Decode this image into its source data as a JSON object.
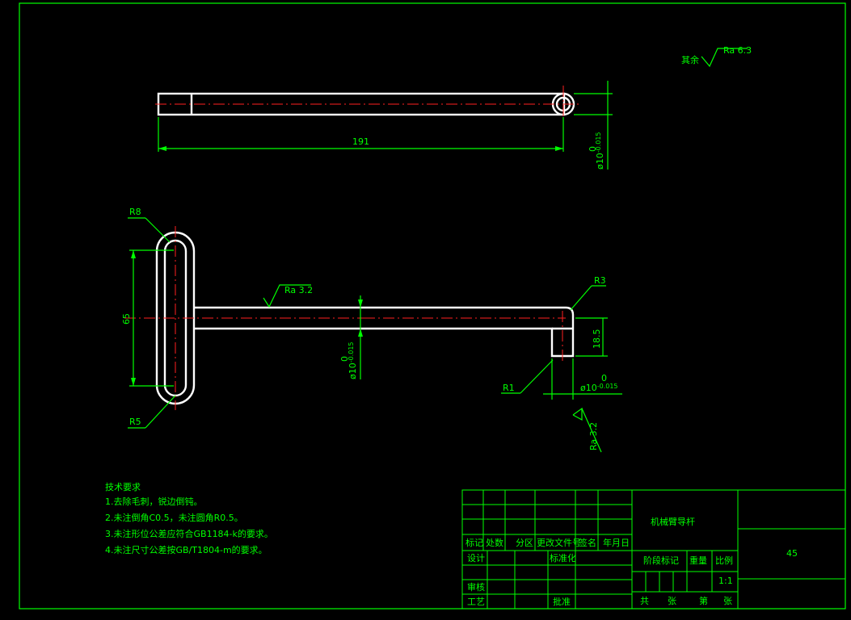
{
  "roughness_note": {
    "label": "其余",
    "value": "Ra 6.3"
  },
  "top_view": {
    "length": "191",
    "diameter": "ø10",
    "tol_upper": "0",
    "tol_lower": "-0.015"
  },
  "front_view": {
    "radius_top": "R8",
    "radius_bottom": "R5",
    "height": "65",
    "roughness": "Ra 3.2",
    "shaft_dia": "ø10",
    "tol_upper": "0",
    "tol_lower": "-0.015",
    "end_radius": "R3",
    "end_height": "18.5",
    "inner_radius": "R1",
    "end_dia": "ø10",
    "end_tol_upper": "0",
    "end_tol_lower": "-0.015",
    "end_roughness": "Ra 3.2"
  },
  "notes": {
    "title": "技术要求",
    "lines": [
      "1.去除毛刺，锐边倒钝。",
      "2.未注倒角C0.5，未注圆角R0.5。",
      "3.未注形位公差应符合GB1184-k的要求。",
      "4.未注尺寸公差按GB/T1804-m的要求。"
    ]
  },
  "title_block": {
    "part_name": "机械臂导杆",
    "material": "45",
    "rev_headers": [
      "标记",
      "处数",
      "分区",
      "更改文件号",
      "签名",
      "年月日"
    ],
    "design": "设计",
    "standardize": "标准化",
    "review": "审核",
    "process": "工艺",
    "approve": "批准",
    "stage_mark": "阶段标记",
    "weight": "重量",
    "scale_label": "比例",
    "scale_value": "1:1",
    "sheets_total": "共",
    "sheets_unit": "张",
    "sheet_no": "第",
    "sheet_unit2": "张"
  }
}
